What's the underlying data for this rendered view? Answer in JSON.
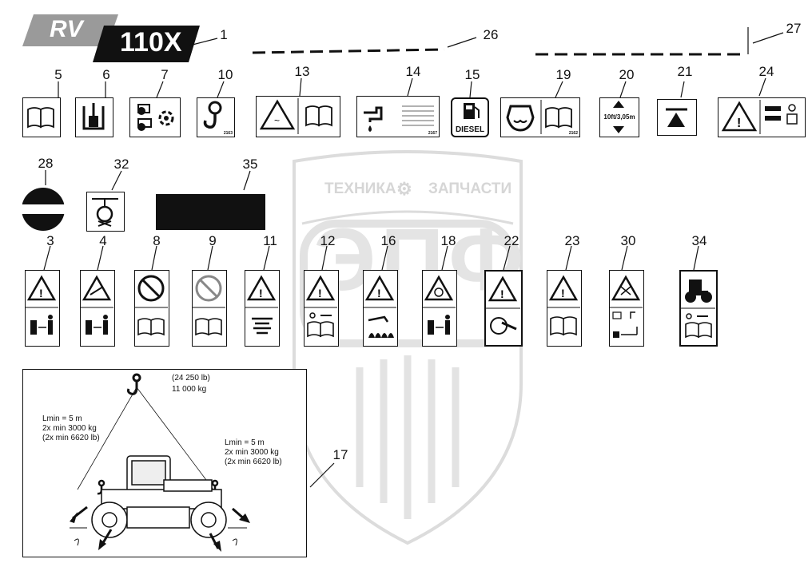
{
  "brand": {
    "logo_text": "RV",
    "model_text": "110X"
  },
  "watermark": {
    "text_left": "ТЕХНИКА",
    "text_right": "ЗАПЧАСТИ",
    "big": "ЭПФ"
  },
  "callouts": {
    "n1": "1",
    "n3": "3",
    "n4": "4",
    "n5": "5",
    "n6": "6",
    "n7": "7",
    "n8": "8",
    "n9": "9",
    "n10": "10",
    "n11": "11",
    "n12": "12",
    "n13": "13",
    "n14": "14",
    "n15": "15",
    "n16": "16",
    "n17": "17",
    "n18": "18",
    "n19": "19",
    "n20": "20",
    "n21": "21",
    "n22": "22",
    "n23": "23",
    "n24": "24",
    "n26": "26",
    "n27": "27",
    "n28": "28",
    "n30": "30",
    "n32": "32",
    "n34": "34",
    "n35": "35"
  },
  "decal_text": {
    "diesel": "DIESEL",
    "height": "10ft/3,05m",
    "code_10": "2163",
    "code_14": "2167",
    "code_19": "2162"
  },
  "lift_decal": {
    "weight_lb": "(24 250 lb)",
    "weight_kg": "11 000 kg",
    "left_lmin": "Lmin = 5 m",
    "left_min_kg": "2x min 3000 kg",
    "left_min_lb": "(2x min 6620 lb)",
    "right_lmin": "Lmin = 5 m",
    "right_min_kg": "2x min 3000 kg",
    "right_min_lb": "(2x min 6620 lb)"
  }
}
